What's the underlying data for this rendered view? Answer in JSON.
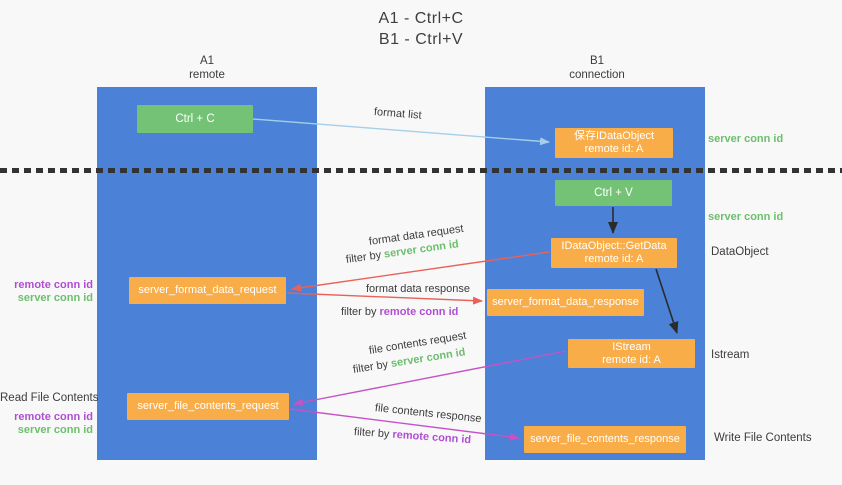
{
  "title": {
    "line1": "A1 - Ctrl+C",
    "line2": "B1 - Ctrl+V"
  },
  "lifelines": {
    "left": {
      "name": "A1",
      "role": "remote"
    },
    "right": {
      "name": "B1",
      "role": "connection"
    }
  },
  "nodes": {
    "ctrl_c": {
      "label": "Ctrl + C"
    },
    "ctrl_v": {
      "label": "Ctrl + V"
    },
    "save_dataobject": {
      "line1": "保存IDataObject",
      "line2": "remote id: A"
    },
    "getdata": {
      "line1": "IDataObject::GetData",
      "line2": "remote id: A"
    },
    "istream": {
      "line1": "IStream",
      "line2": "remote id: A"
    },
    "format_request": {
      "label": "server_format_data_request"
    },
    "format_response": {
      "label": "server_format_data_response"
    },
    "file_request": {
      "label": "server_file_contents_request"
    },
    "file_response": {
      "label": "server_file_contents_response"
    }
  },
  "messages": {
    "format_list": {
      "label": "format list"
    },
    "format_data_request": {
      "label": "format data request",
      "filter_prefix": "filter by ",
      "filter_key": "server conn id"
    },
    "format_data_response": {
      "label": "format data response",
      "filter_prefix": "filter by ",
      "filter_key": "remote conn id"
    },
    "file_contents_request": {
      "label": "file contents request",
      "filter_prefix": "filter by ",
      "filter_key": "server conn id"
    },
    "file_contents_response": {
      "label": "file contents response",
      "filter_prefix": "filter by ",
      "filter_key": "remote conn id"
    }
  },
  "annotations": {
    "right_server_conn_id_top": "server conn id",
    "right_server_conn_id_mid": "server conn id",
    "dataobject": "DataObject",
    "istream": "Istream",
    "write_file_contents": "Write File Contents",
    "read_file_contents": "Read File Contents",
    "left_top": {
      "remote": "remote conn id",
      "server": "server conn id"
    },
    "left_bottom": {
      "remote": "remote conn id",
      "server": "server conn id"
    }
  },
  "colors": {
    "lifeline_blue": "#4b81d7",
    "box_green": "#74c276",
    "box_orange": "#f9ad49",
    "arrow_lightblue": "#a5cfe8",
    "arrow_red": "#e8625a",
    "arrow_purple": "#c653c6",
    "arrow_black": "#2b2b2b",
    "text_green": "#6cbf6c",
    "text_purple": "#b04ed2",
    "text_dark": "#3c3c3c",
    "bg": "#f8f8f9"
  }
}
